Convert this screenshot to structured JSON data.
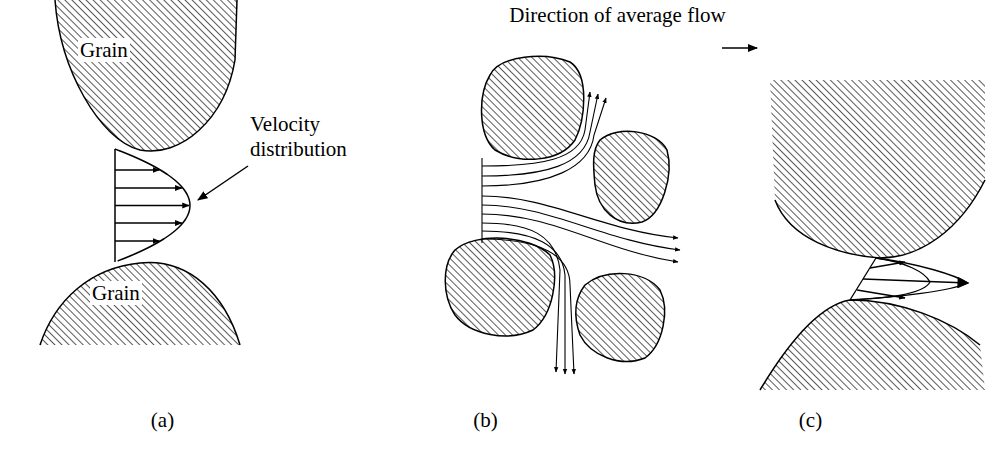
{
  "diagram": {
    "nodes": [
      {
        "text": [
          "Grain"
        ]
      },
      {
        "text": [
          "Grain"
        ]
      }
    ],
    "labels": [
      "Direction of average flow",
      "Velocity distribution",
      "(a)",
      "(b)",
      "(c)"
    ]
  }
}
